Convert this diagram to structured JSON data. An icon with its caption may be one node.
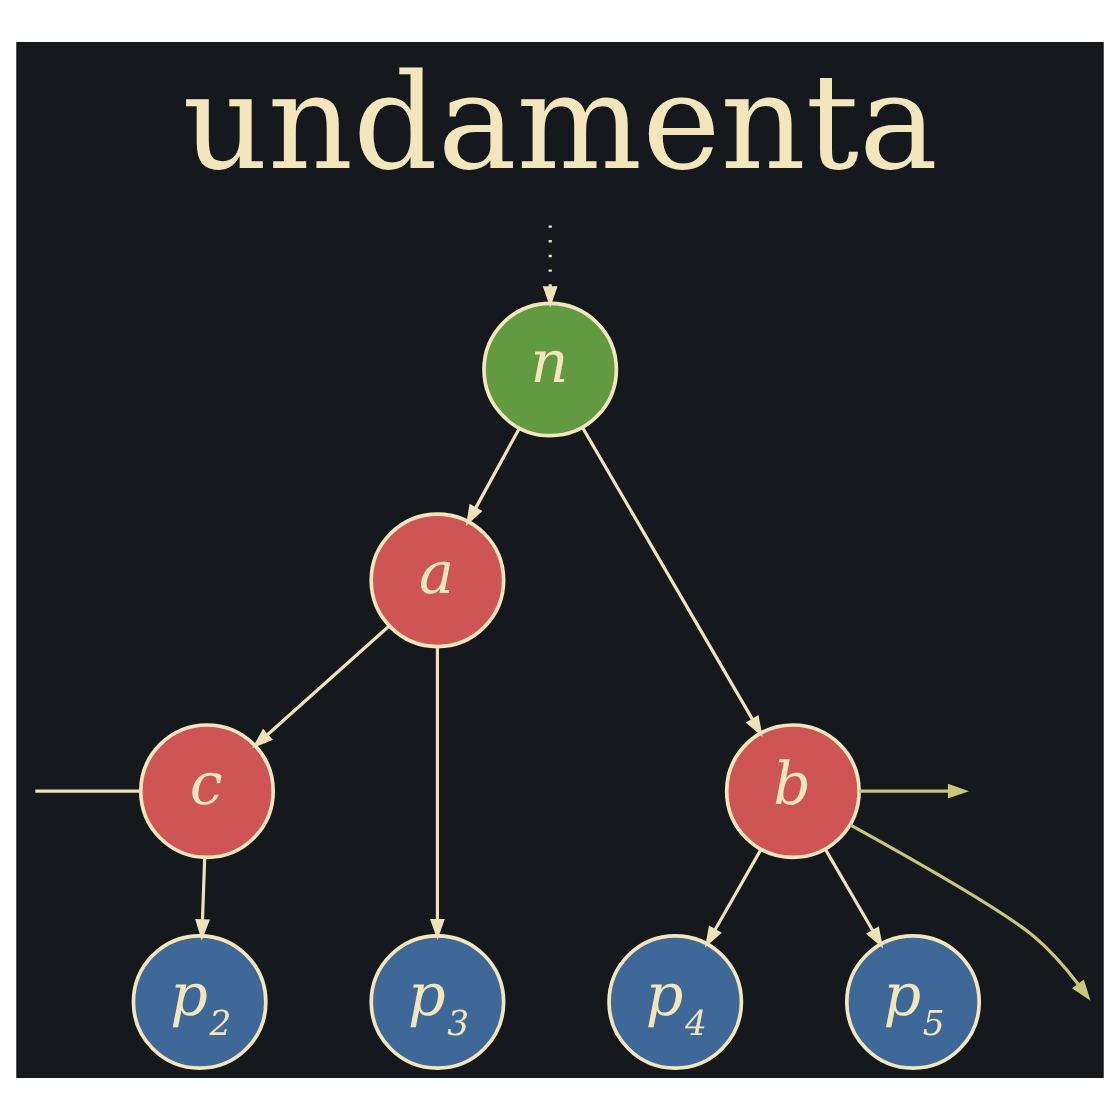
{
  "diagram": {
    "title": "undamenta",
    "nodes": [
      {
        "text": [
          "n"
        ]
      },
      {
        "text": [
          "a"
        ]
      },
      {
        "text": [
          "c"
        ]
      },
      {
        "text": [
          "b"
        ]
      },
      {
        "text": [
          "p$_{2}$"
        ]
      },
      {
        "text": [
          "p$_{3}$"
        ]
      },
      {
        "text": [
          "p$_{4}$"
        ]
      },
      {
        "text": [
          "p$_{5}$"
        ]
      }
    ],
    "edges": [
      {
        "from": null,
        "to": 0,
        "arrow": "to",
        "style": "dashed"
      },
      {
        "from": 0,
        "to": 1,
        "arrow": "to"
      },
      {
        "from": 0,
        "to": 3,
        "arrow": "to"
      },
      {
        "from": 1,
        "to": 2,
        "arrow": "to"
      },
      {
        "from": 1,
        "to": 5,
        "arrow": "to"
      },
      {
        "from": null,
        "to": 2,
        "arrow": "none"
      },
      {
        "from": 2,
        "to": 4,
        "arrow": "to"
      },
      {
        "from": 3,
        "to": 6,
        "arrow": "to"
      },
      {
        "from": 3,
        "to": 7,
        "arrow": "to"
      },
      {
        "from": 3,
        "to": null,
        "arrow": "to",
        "color": "#c9c57a"
      },
      {
        "from": 3,
        "to": null,
        "arrow": "to",
        "color": "#c9c57a"
      }
    ]
  }
}
